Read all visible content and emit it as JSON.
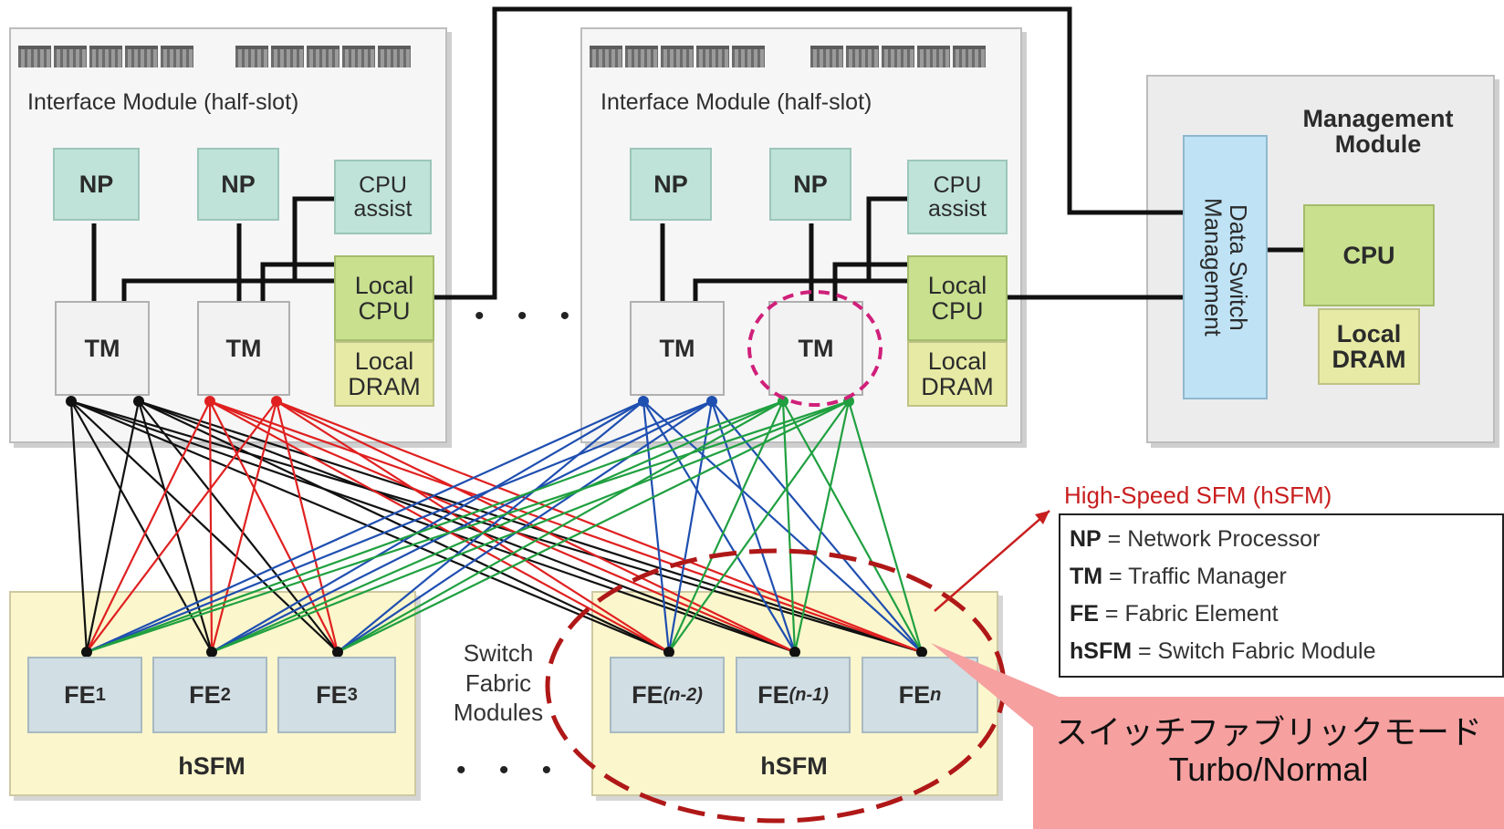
{
  "interface_modules": [
    {
      "title": "Interface Module (half-slot)",
      "np_labels": [
        "NP",
        "NP"
      ],
      "cpu_assist_label": "CPU\nassist",
      "tm_labels": [
        "TM",
        "TM"
      ],
      "local_cpu_label": "Local\nCPU",
      "local_dram_label": "Local\nDRAM"
    },
    {
      "title": "Interface Module (half-slot)",
      "np_labels": [
        "NP",
        "NP"
      ],
      "cpu_assist_label": "CPU\nassist",
      "tm_labels": [
        "TM",
        "TM"
      ],
      "local_cpu_label": "Local\nCPU",
      "local_dram_label": "Local\nDRAM"
    }
  ],
  "module_ellipsis": "• • •",
  "management_module": {
    "title": "Management\nModule",
    "data_switch_label": "Data Switch\nManagement",
    "cpu_label": "CPU",
    "local_dram_label": "Local\nDRAM"
  },
  "switch_fabric_modules": [
    {
      "fe_labels": [
        {
          "base": "FE",
          "sub": "1"
        },
        {
          "base": "FE",
          "sub": "2"
        },
        {
          "base": "FE",
          "sub": "3"
        }
      ],
      "caption": "hSFM"
    },
    {
      "fe_labels": [
        {
          "base": "FE",
          "sub": "(n-2)"
        },
        {
          "base": "FE",
          "sub": "(n-1)"
        },
        {
          "base": "FE",
          "sub": "n"
        }
      ],
      "caption": "hSFM"
    }
  ],
  "switch_fabric_caption": "Switch\nFabric\nModules",
  "sfm_ellipsis": "• • •",
  "legend": {
    "title": "High-Speed SFM (hSFM)",
    "entries": [
      {
        "key": "NP",
        "text": " = Network Processor"
      },
      {
        "key": "TM",
        "text": " = Traffic Manager"
      },
      {
        "key": "FE",
        "text": "  = Fabric Element"
      },
      {
        "key": "hSFM",
        "text": " = Switch Fabric Module"
      }
    ]
  },
  "callout": {
    "line1": "スイッチファブリックモード",
    "line2": "Turbo/Normal"
  },
  "colors": {
    "link_black": "#111111",
    "link_red": "#e02020",
    "link_blue": "#1f4fb0",
    "link_green": "#20a040",
    "highlight_magenta": "#d0207a",
    "highlight_red": "#b01818",
    "callout_fill": "#f6a0a0"
  }
}
